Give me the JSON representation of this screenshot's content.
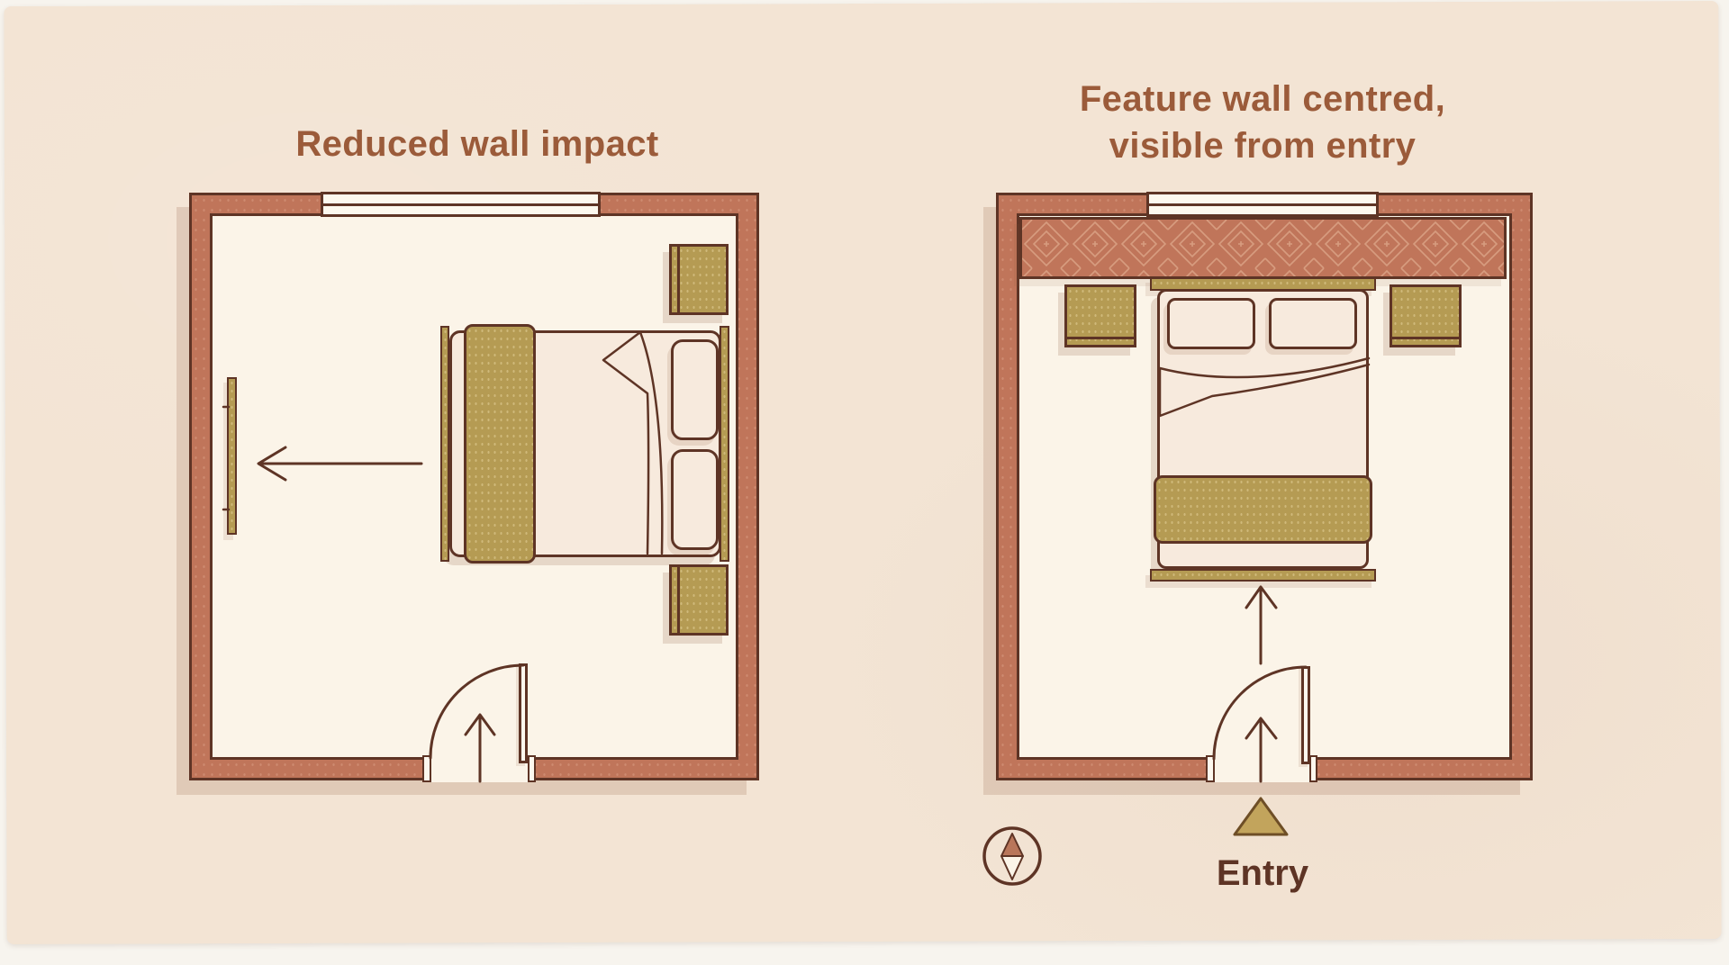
{
  "infographic": {
    "background_color": "#f3e4d4",
    "panels": [
      {
        "id": "reduced-wall-impact",
        "title": "Reduced wall impact",
        "room_features": [
          "window-top-wall",
          "artwork-panel-left-wall",
          "double-bed-head-right",
          "two-nightstands",
          "door-bottom-wall",
          "arrow-bed-to-left-wall",
          "entry-arrow-doorway"
        ]
      },
      {
        "id": "feature-wall-centred",
        "title_lines": [
          "Feature wall centred,",
          "visible from entry"
        ],
        "entry_label": "Entry",
        "room_features": [
          "window-top-wall",
          "patterned-feature-wall-top",
          "double-bed-centred-head-to-feature-wall",
          "two-nightstands",
          "door-bottom-wall",
          "arrow-entry-to-bed",
          "entry-arrow-doorway",
          "entry-triangle-marker",
          "compass-icon"
        ]
      }
    ],
    "colors": {
      "wall_terracotta": "#c0755a",
      "outline_ink": "#5e3425",
      "floor_cream": "#fbf4e8",
      "bedding_cream": "#f7eadd",
      "accent_gold": "#b59b53",
      "pattern_line": "#daa183",
      "title_brown": "#9b5b3a",
      "entry_triangle_fill": "#c2a45c"
    }
  }
}
